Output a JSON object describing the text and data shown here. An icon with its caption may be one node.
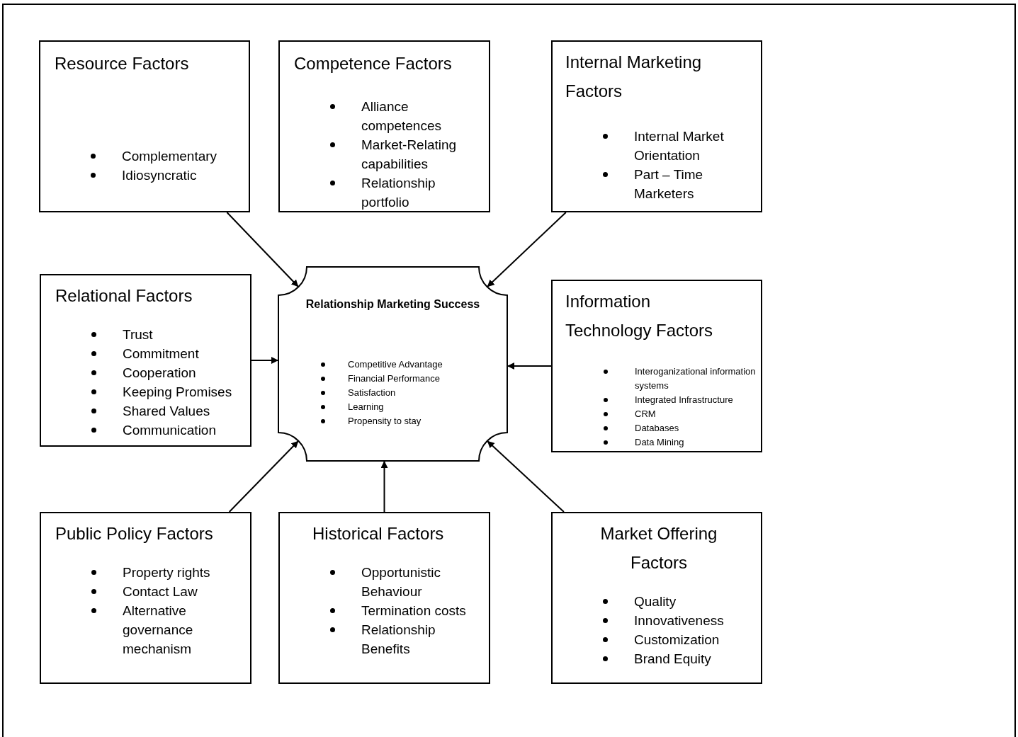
{
  "diagram": {
    "nodes": [
      {
        "text": [
          "Resource Factors",
          "Complementary",
          "Idiosyncratic"
        ]
      },
      {
        "text": [
          "Competence Factors",
          "Alliance competences",
          "Market-Relating capabilities",
          "Relationship portfolio"
        ]
      },
      {
        "text": [
          "Internal Marketing Factors",
          "Internal Market Orientation",
          "Part – Time Marketers"
        ]
      },
      {
        "text": [
          "Relational Factors",
          "Trust",
          "Commitment",
          "Cooperation",
          "Keeping Promises",
          "Shared Values",
          "Communication"
        ]
      },
      {
        "text": [
          "Relationship Marketing Success",
          "Competitive Advantage",
          "Financial Performance",
          "Satisfaction",
          "Learning",
          "Propensity to stay"
        ]
      },
      {
        "text": [
          "Information Technology Factors",
          "Interoganizational information systems",
          "Integrated Infrastructure",
          "CRM",
          "Databases",
          "Data Mining"
        ]
      },
      {
        "text": [
          "Public Policy Factors",
          "Property rights",
          "Contact Law",
          "Alternative governance mechanism"
        ]
      },
      {
        "text": [
          "Historical Factors",
          "Opportunistic Behaviour",
          "Termination costs",
          "Relationship Benefits"
        ]
      },
      {
        "text": [
          "Market Offering Factors",
          "Quality",
          "Innovativeness",
          "Customization",
          "Brand Equity"
        ]
      }
    ],
    "edges": [
      {
        "from": 0,
        "to": 4,
        "arrow": "to"
      },
      {
        "from": 2,
        "to": 4,
        "arrow": "to"
      },
      {
        "from": 3,
        "to": 4,
        "arrow": "to"
      },
      {
        "from": 5,
        "to": 4,
        "arrow": "to"
      },
      {
        "from": 6,
        "to": 4,
        "arrow": "to"
      },
      {
        "from": 7,
        "to": 4,
        "arrow": "to"
      },
      {
        "from": 8,
        "to": 4,
        "arrow": "to"
      }
    ]
  }
}
